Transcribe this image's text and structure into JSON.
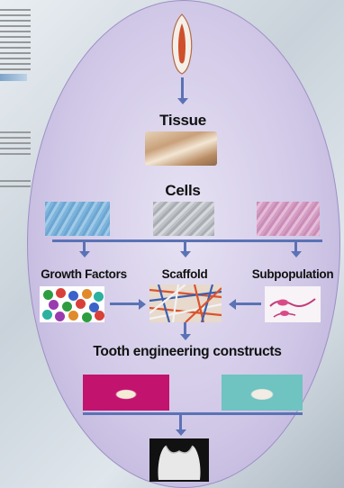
{
  "labels": {
    "tissue": "Tissue",
    "cells": "Cells",
    "growth_factors": "Growth Factors",
    "scaffold": "Scaffold",
    "subpopulation": "Subpopulation",
    "constructs": "Tooth engineering constructs"
  },
  "colors": {
    "flow": "#5b72b5",
    "oval": "#cfc6e6",
    "cells_blue": "#7fb2d8",
    "cells_gray": "#b9bcc2",
    "cells_pink": "#d7a2c6",
    "construct_magenta": "#c2136e",
    "construct_teal": "#6fc3c0"
  },
  "growth_factor_dots": [
    "#2e9d3f",
    "#d8413a",
    "#3a62c9",
    "#e08a2a",
    "#2cb0a0",
    "#9b3bb0",
    "#2e9d3f",
    "#d8413a",
    "#3a62c9",
    "#2cb0a0",
    "#9b3bb0",
    "#e08a2a",
    "#2e9d3f",
    "#d8413a"
  ]
}
